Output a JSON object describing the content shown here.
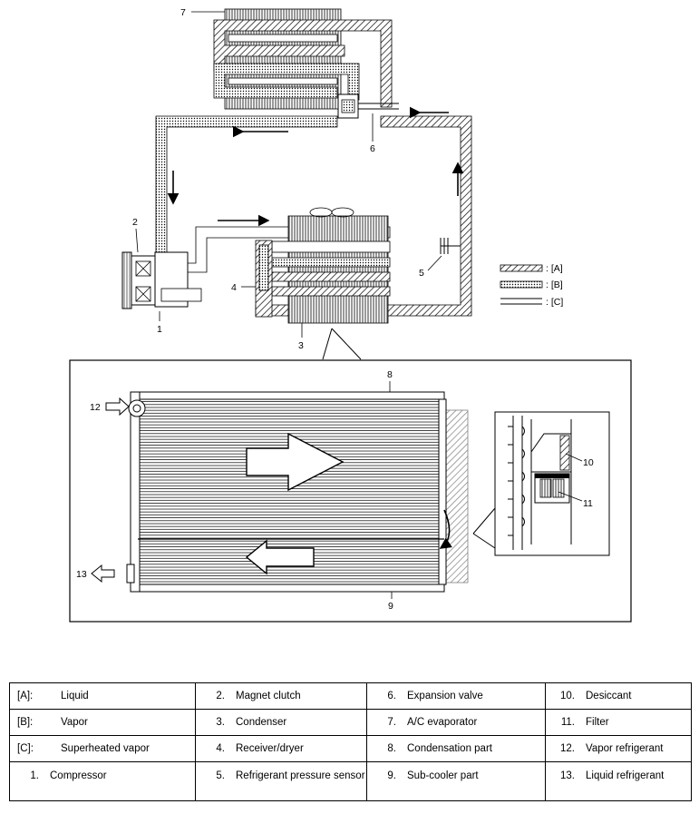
{
  "callouts": {
    "c1": "1",
    "c2": "2",
    "c3": "3",
    "c4": "4",
    "c5": "5",
    "c6": "6",
    "c7": "7",
    "c8": "8",
    "c9": "9",
    "c10": "10",
    "c11": "11",
    "c12": "12",
    "c13": "13"
  },
  "key": {
    "a": ": [A]",
    "b": ": [B]",
    "c": ": [C]"
  },
  "legend": {
    "rows": [
      [
        {
          "k": "[A]:",
          "v": "Liquid"
        },
        {
          "k": "2.",
          "v": "Magnet clutch"
        },
        {
          "k": "6.",
          "v": "Expansion valve"
        },
        {
          "k": "10.",
          "v": "Desiccant"
        }
      ],
      [
        {
          "k": "[B]:",
          "v": "Vapor"
        },
        {
          "k": "3.",
          "v": "Condenser"
        },
        {
          "k": "7.",
          "v": "A/C evaporator"
        },
        {
          "k": "11.",
          "v": "Filter"
        }
      ],
      [
        {
          "k": "[C]:",
          "v": "Superheated vapor"
        },
        {
          "k": "4.",
          "v": "Receiver/dryer"
        },
        {
          "k": "8.",
          "v": "Condensation part"
        },
        {
          "k": "12.",
          "v": "Vapor refrigerant"
        }
      ],
      [
        {
          "k": "1.",
          "v": "Compressor"
        },
        {
          "k": "5.",
          "v": "Refrigerant pressure sensor"
        },
        {
          "k": "9.",
          "v": "Sub-cooler part"
        },
        {
          "k": "13.",
          "v": "Liquid refrigerant"
        }
      ]
    ]
  }
}
